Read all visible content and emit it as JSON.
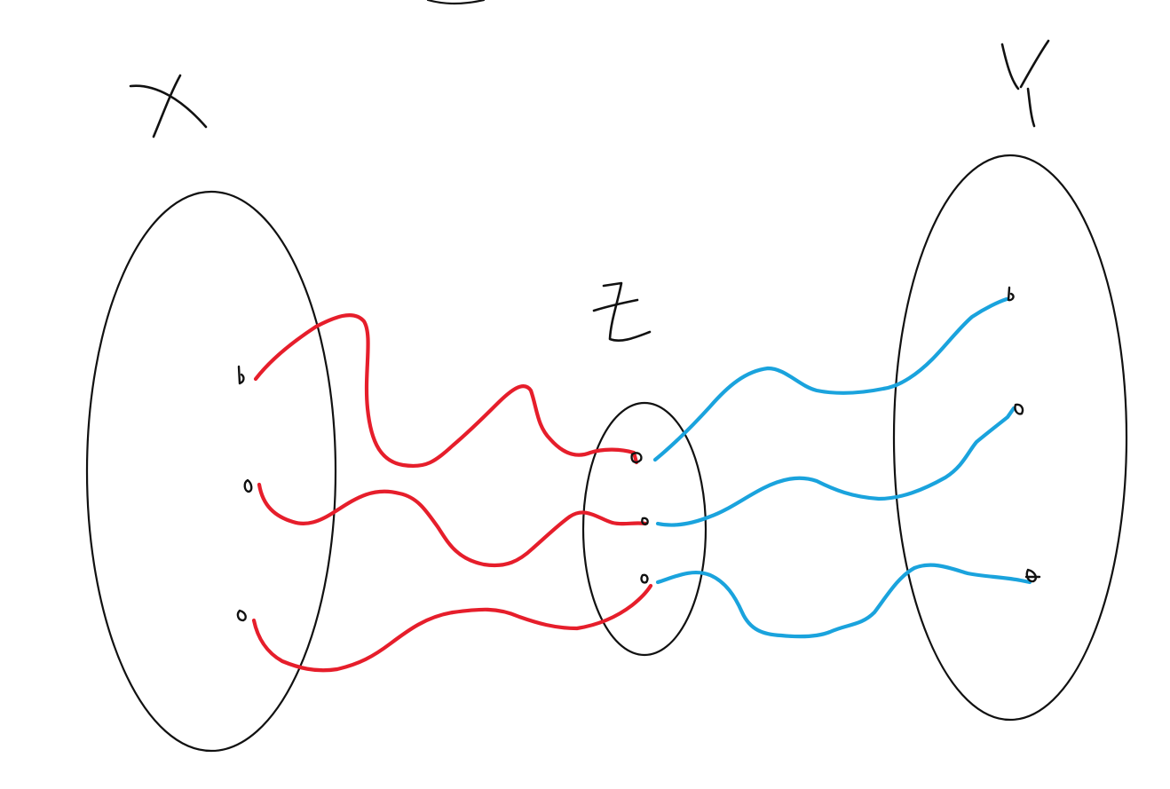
{
  "diagram": {
    "sets": [
      {
        "id": "X",
        "label": "X"
      },
      {
        "id": "Z",
        "label": "Z"
      },
      {
        "id": "Y",
        "label": "Y"
      }
    ],
    "colors": {
      "outline": "#111111",
      "red_path": "#e61e2b",
      "blue_path": "#1aa3dd",
      "point": "#111111"
    },
    "red_paths": [
      {
        "from": "X",
        "to": "Z"
      },
      {
        "from": "X",
        "to": "Z"
      },
      {
        "from": "X",
        "to": "Z"
      }
    ],
    "blue_paths": [
      {
        "from": "Z",
        "to": "Y"
      },
      {
        "from": "Z",
        "to": "Y"
      },
      {
        "from": "Z",
        "to": "Y"
      }
    ]
  }
}
